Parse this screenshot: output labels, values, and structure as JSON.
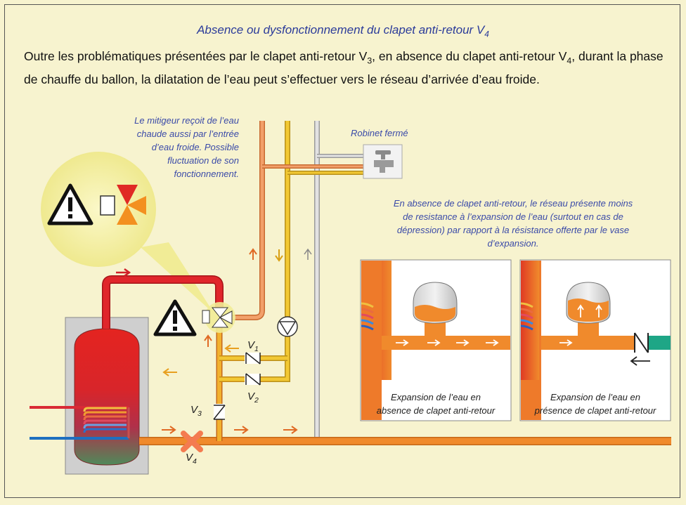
{
  "title": {
    "text": "Absence ou dysfonctionnement du clapet anti-retour V",
    "sub": "4"
  },
  "intro": {
    "part1": "Outre les problématiques présentées par le clapet anti-retour V",
    "sub1": "3",
    "part2": ", en absence du clapet anti-retour V",
    "sub2": "4",
    "part3": ", durant la phase de chauffe du ballon, la dilatation de l’eau peut s’effectuer vers le réseau d’arrivée d’eau froide."
  },
  "notes": {
    "mixer_lines": [
      "Le mitigeur reçoit de l’eau",
      "chaude aussi par l’entrée",
      "d’eau froide. Possible",
      "fluctuation de son",
      "fonctionnement."
    ],
    "closed_tap": "Robinet fermé",
    "network_lines": [
      "En absence de clapet anti-retour, le réseau présente moins",
      "de resistance à l’expansion de l’eau (surtout en cas de",
      "dépression) par rapport à la résistance offerte par le vase",
      "d’expansion."
    ]
  },
  "captions": {
    "without_lines": [
      "Expansion de l’eau en",
      "absence de clapet anti-retour"
    ],
    "with_lines": [
      "Expansion de l’eau en",
      "présence de clapet anti-retour"
    ]
  },
  "valves": {
    "v1": {
      "letter": "V",
      "sub": "1"
    },
    "v2": {
      "letter": "V",
      "sub": "2"
    },
    "v3": {
      "letter": "V",
      "sub": "3"
    },
    "v4": {
      "letter": "V",
      "sub": "4"
    }
  },
  "colors": {
    "background": "#f7f3cf",
    "hot_pipe": "#e0262b",
    "cold_pipe": "#1e6fc0",
    "mixed_pipe": "#f08a2c",
    "yellow_pipe": "#e8b91e",
    "grey_pipe": "#c8c8c8",
    "text_blue": "#3a4aa8",
    "warning_bubble": "#f4f0a0",
    "cross_mark": "#f47b50"
  },
  "icons": [
    "warning-icon",
    "mixing-valve-icon",
    "pump-icon",
    "check-valve-icon",
    "faucet-icon",
    "expansion-vessel-icon",
    "cross-mark-icon"
  ]
}
